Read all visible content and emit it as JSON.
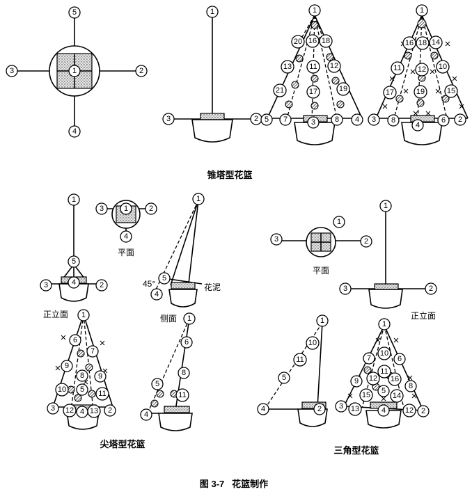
{
  "figure": {
    "caption": "图 3-7   花篮制作",
    "sections": {
      "cone": {
        "title": "锥塔型花篮"
      },
      "pointed": {
        "title": "尖塔型花篮",
        "plan_label": "平面",
        "front_label": "正立面",
        "side_label": "侧面",
        "foam_label": "花泥",
        "angle_label": "45°"
      },
      "triangle": {
        "title": "三角型花篮",
        "plan_label": "平面",
        "front_label": "正立面"
      }
    }
  }
}
